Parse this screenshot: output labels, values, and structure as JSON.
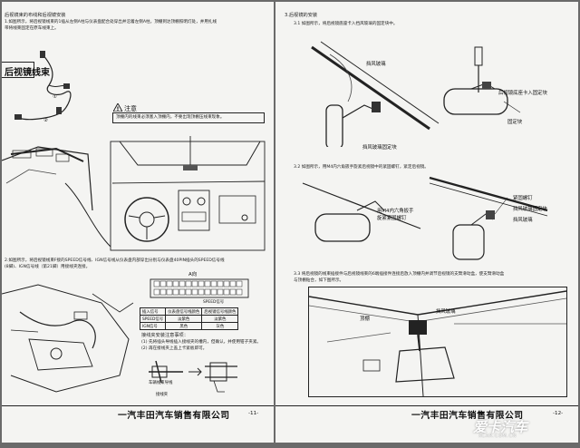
{
  "left_page": {
    "title": "后视镜束的布线和后视镜安装",
    "intro_line1": "1.如图所示，将后视镜线束的1插从左侧A柱与仪表盘配合处穿出并沿着左侧A柱，顶棚到达顶棚照明灯处，并用扎线",
    "intro_line2": "带将线束固定在原车线束上。",
    "harness_label": "后视镜线束",
    "callout_num_1": "①",
    "callout_num_2": "②",
    "note_title": "注意",
    "note_text": "顶棚内的线束必须塞入顶棚内，不要出现顶棚压线束现象。",
    "step2_line1": "2.如图所示，将后视镜线束F接的SPEED信号线、IGN信号线从仪表盘内部穿出分别与仪表盘40PIN插头的SPEED信号线",
    "step2_line2": "(8脚)、IGN信号线（第21脚）用接线夹连接。",
    "connector_label": "A向",
    "speed_label": "SPEED信号",
    "table_header": [
      "插入信号",
      "仪表盘信号线颜色",
      "后视镜信号线颜色"
    ],
    "table_rows": [
      [
        "SPEED信号",
        "淡紫色",
        "淡紫色"
      ],
      [
        "IGN信号",
        "黑色",
        "灰色"
      ]
    ],
    "clip_title": "接线夹安装注意事项：",
    "clip_step1": "(1) 先将插头导线插入接线夹的槽内，但确认，并使用钳子夹紧。",
    "clip_step2": "(2) 再在接线夹上盖上卡紧板即可。",
    "clip_label_a": "车辆线束导线",
    "clip_label_b": "接线夹",
    "footer": "一汽丰田汽车销售有限公司",
    "page_number": "-11-"
  },
  "right_page": {
    "section_title": "3.后视镜的安装",
    "step1_text": "3.1 如图所示，将后视镜底座卡入挡风玻璃的固定块中。",
    "label_windshield": "挡风玻璃",
    "label_base_into_block": "后视镜底座卡入固定块",
    "label_fixed_block": "固定块",
    "label_windshield_block": "挡风玻璃固定块",
    "step2_text": "3.2 如图所示，用M4内六角扳手旋紧后视镜中的紧固螺钉，紧定后视镜。",
    "label_wrench": "用M4内六角扳手",
    "label_wrench2": "旋紧紧固螺钉",
    "label_screw": "紧固螺钉",
    "label_windshield_block2": "挡风玻璃固定块",
    "label_windshield2": "挡风玻璃",
    "step3_line1": "3.3 将后视镜的线束插接件与后视镜线束的6端插接件连接后放入顶棚内并调节后视镜的支臂滑动盒，使支臂滑动盒",
    "step3_line2": "与顶棚贴合，如下图所示。",
    "label_windshield3": "挡风玻璃",
    "label_headliner": "顶棚",
    "footer": "一汽丰田汽车销售有限公司",
    "page_number": "-12-"
  },
  "watermark": {
    "brand": "爱卡汽车",
    "site": "XCAR.COM.CN"
  }
}
